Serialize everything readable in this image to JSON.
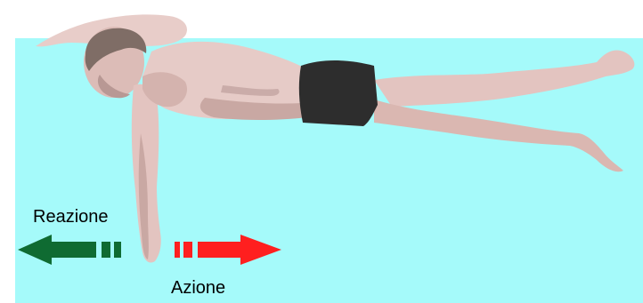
{
  "labels": {
    "reaction": "Reazione",
    "action": "Azione"
  },
  "colors": {
    "water": "#a5fafa",
    "background": "#ffffff",
    "skin_light": "#efd6d2",
    "skin_mid": "#dab7b1",
    "skin_shadow": "#b89894",
    "skin_dark": "#7e6a68",
    "hair": "#7f6d66",
    "trunks": "#2d2d2d",
    "reaction_arrow": "#0f6b32",
    "action_arrow": "#ff1f1f"
  },
  "arrows": {
    "reaction": {
      "direction": "left",
      "color_key": "reaction_arrow"
    },
    "action": {
      "direction": "right",
      "color_key": "action_arrow"
    }
  }
}
